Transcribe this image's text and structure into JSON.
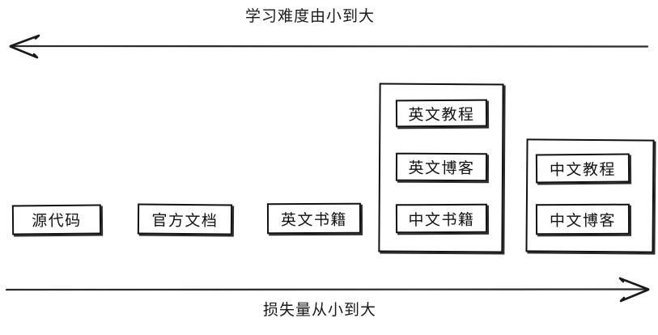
{
  "diagram": {
    "top_axis": {
      "label": "学习难度由小到大",
      "direction": "left"
    },
    "bottom_axis": {
      "label": "损失量从小到大",
      "direction": "right"
    },
    "columns": [
      {
        "id": "col-1",
        "grouped": false,
        "items": [
          "源代码"
        ]
      },
      {
        "id": "col-2",
        "grouped": false,
        "items": [
          "官方文档"
        ]
      },
      {
        "id": "col-3",
        "grouped": false,
        "items": [
          "英文书籍"
        ]
      },
      {
        "id": "col-4",
        "grouped": true,
        "items": [
          "英文教程",
          "英文博客",
          "中文书籍"
        ]
      },
      {
        "id": "col-5",
        "grouped": true,
        "items": [
          "中文教程",
          "中文博客"
        ]
      }
    ],
    "nodes": {
      "source_code": "源代码",
      "official_docs": "官方文档",
      "english_books": "英文书籍",
      "english_tutorials": "英文教程",
      "english_blogs": "英文博客",
      "chinese_books": "中文书籍",
      "chinese_tutorials": "中文教程",
      "chinese_blogs": "中文博客"
    },
    "colors": {
      "stroke": "#111111",
      "text": "#1a1a1a",
      "background": "#ffffff"
    }
  }
}
